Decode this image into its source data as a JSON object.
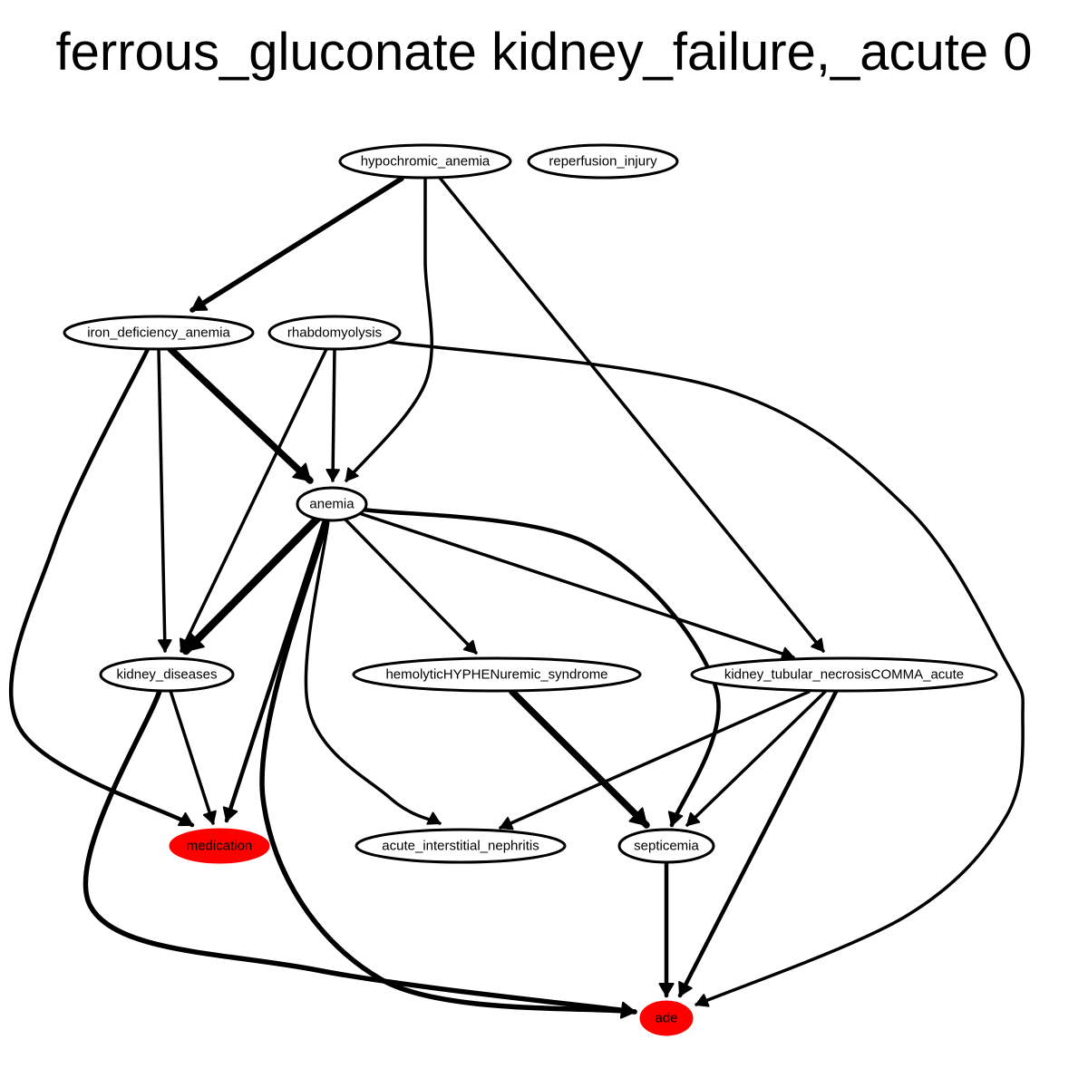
{
  "title": "ferrous_gluconate kidney_failure,_acute 0",
  "colors": {
    "highlight_fill": "#ff0000",
    "node_fill": "#ffffff",
    "edge": "#000000"
  },
  "nodes": [
    {
      "id": "hypochromic_anemia",
      "label": "hypochromic_anemia",
      "highlight": false
    },
    {
      "id": "reperfusion_injury",
      "label": "reperfusion_injury",
      "highlight": false
    },
    {
      "id": "iron_deficiency_anemia",
      "label": "iron_deficiency_anemia",
      "highlight": false
    },
    {
      "id": "rhabdomyolysis",
      "label": "rhabdomyolysis",
      "highlight": false
    },
    {
      "id": "anemia",
      "label": "anemia",
      "highlight": false
    },
    {
      "id": "kidney_diseases",
      "label": "kidney_diseases",
      "highlight": false
    },
    {
      "id": "hemolytic_uremic_syndrome",
      "label": "hemolyticHYPHENuremic_syndrome",
      "highlight": false
    },
    {
      "id": "kidney_tubular_necrosis",
      "label": "kidney_tubular_necrosisCOMMA_acute",
      "highlight": false
    },
    {
      "id": "medication",
      "label": "medication",
      "highlight": true
    },
    {
      "id": "acute_interstitial_nephritis",
      "label": "acute_interstitial_nephritis",
      "highlight": false
    },
    {
      "id": "septicemia",
      "label": "septicemia",
      "highlight": false
    },
    {
      "id": "ade",
      "label": "ade",
      "highlight": true
    }
  ],
  "edges": [
    {
      "from": "hypochromic_anemia",
      "to": "iron_deficiency_anemia",
      "weight": 4
    },
    {
      "from": "hypochromic_anemia",
      "to": "anemia",
      "weight": 2
    },
    {
      "from": "hypochromic_anemia",
      "to": "kidney_tubular_necrosis",
      "weight": 2
    },
    {
      "from": "iron_deficiency_anemia",
      "to": "anemia",
      "weight": 6
    },
    {
      "from": "iron_deficiency_anemia",
      "to": "kidney_diseases",
      "weight": 2
    },
    {
      "from": "iron_deficiency_anemia",
      "to": "medication",
      "weight": 3
    },
    {
      "from": "rhabdomyolysis",
      "to": "anemia",
      "weight": 2
    },
    {
      "from": "rhabdomyolysis",
      "to": "kidney_diseases",
      "weight": 2
    },
    {
      "from": "rhabdomyolysis",
      "to": "ade",
      "weight": 2
    },
    {
      "from": "anemia",
      "to": "kidney_diseases",
      "weight": 7
    },
    {
      "from": "anemia",
      "to": "medication",
      "weight": 3
    },
    {
      "from": "anemia",
      "to": "ade",
      "weight": 4
    },
    {
      "from": "anemia",
      "to": "hemolytic_uremic_syndrome",
      "weight": 2
    },
    {
      "from": "anemia",
      "to": "acute_interstitial_nephritis",
      "weight": 2
    },
    {
      "from": "anemia",
      "to": "kidney_tubular_necrosis",
      "weight": 2
    },
    {
      "from": "anemia",
      "to": "septicemia",
      "weight": 3
    },
    {
      "from": "kidney_diseases",
      "to": "medication",
      "weight": 2
    },
    {
      "from": "kidney_diseases",
      "to": "ade",
      "weight": 4
    },
    {
      "from": "hemolytic_uremic_syndrome",
      "to": "septicemia",
      "weight": 6
    },
    {
      "from": "kidney_tubular_necrosis",
      "to": "acute_interstitial_nephritis",
      "weight": 2
    },
    {
      "from": "kidney_tubular_necrosis",
      "to": "septicemia",
      "weight": 2
    },
    {
      "from": "kidney_tubular_necrosis",
      "to": "ade",
      "weight": 3
    },
    {
      "from": "septicemia",
      "to": "ade",
      "weight": 3
    }
  ]
}
